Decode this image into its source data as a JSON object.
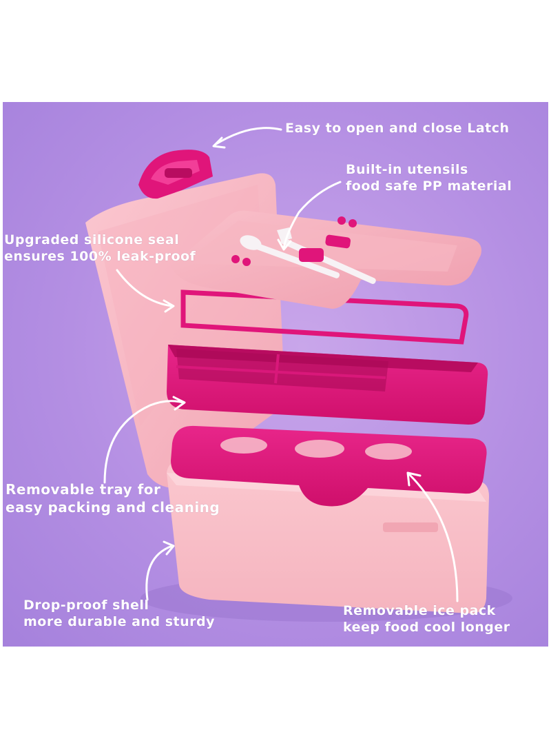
{
  "colors": {
    "background": "#b48fe3",
    "shell_pink": "#f7b8c3",
    "accent_magenta": "#e0157a",
    "label_text": "#ffffff"
  },
  "callouts": {
    "latch": {
      "lines": [
        "Easy to open and close Latch"
      ]
    },
    "utensils": {
      "lines": [
        "Built-in utensils",
        "food safe PP material"
      ]
    },
    "seal": {
      "lines": [
        "Upgraded silicone seal",
        "ensures 100% leak-proof"
      ]
    },
    "tray": {
      "lines": [
        "Removable tray for",
        "easy packing and cleaning"
      ]
    },
    "shell": {
      "lines": [
        "Drop-proof shell",
        "more durable and sturdy"
      ]
    },
    "ice_pack": {
      "lines": [
        "Removable ice pack",
        "keep food cool longer"
      ]
    }
  }
}
